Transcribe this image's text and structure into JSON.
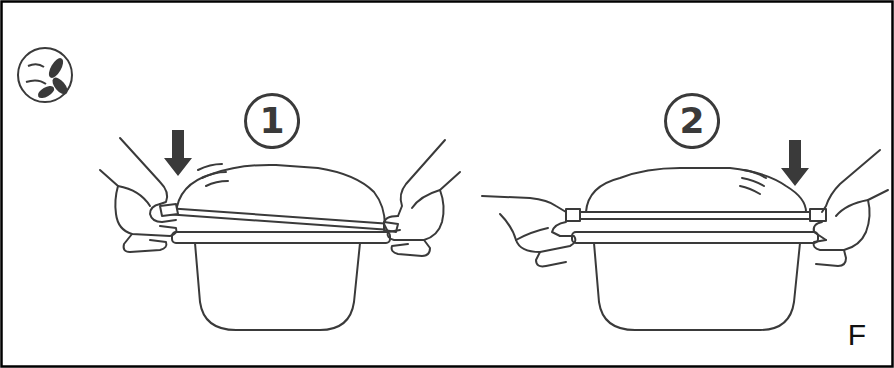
{
  "diagram": {
    "nodes": [
      {
        "text": [
          "1"
        ]
      },
      {
        "text": [
          "2"
        ]
      }
    ],
    "labels": [
      "F"
    ]
  }
}
